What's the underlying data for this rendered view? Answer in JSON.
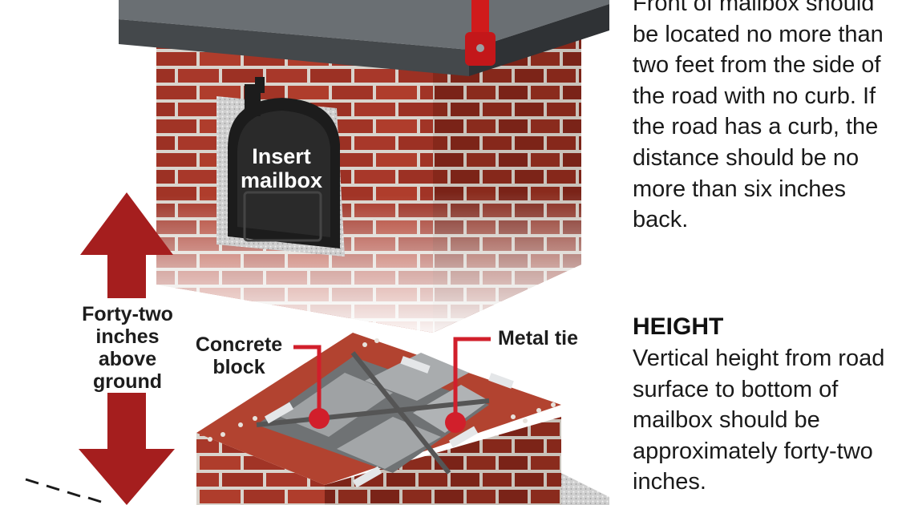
{
  "colors": {
    "brick": "#a8382a",
    "brick_dark": "#6e1f16",
    "mortar": "#d8d3cc",
    "roof": "#5f6468",
    "mailbox": "#1c1c1c",
    "arrow": "#a51e1e",
    "flag": "#d01b1b",
    "label_red": "#d11f2b",
    "concrete": "#8e9193"
  },
  "labels": {
    "insert_mailbox": "Insert mailbox",
    "height_arrow": "Forty-two inches above ground",
    "concrete_block": "Concrete block",
    "metal_tie": "Metal tie"
  },
  "sidebar": {
    "location_text": "Front of mailbox should be located no more than two feet from the side of the road with no curb. If the road has a curb, the distance should be no more than six inches back.",
    "height_heading": "HEIGHT",
    "height_text": "Vertical height from road surface to bottom of mailbox should be approximately forty-two inches."
  }
}
